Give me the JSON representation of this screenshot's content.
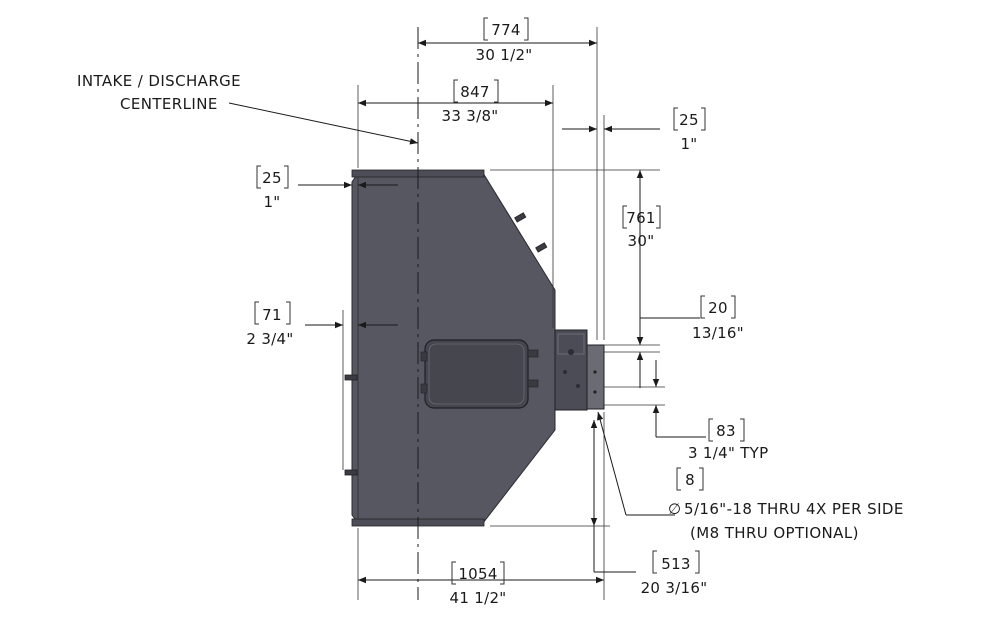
{
  "drawing": {
    "colors": {
      "body": "#575762",
      "flange": "#6b6b74",
      "line": "#1a1a1a",
      "background": "#ffffff"
    },
    "notes": {
      "centerline_line1": "INTAKE / DISCHARGE",
      "centerline_line2": "CENTERLINE",
      "hole_line1": "5/16\"-18 THRU 4X PER SIDE",
      "hole_line2": "(M8 THRU OPTIONAL)",
      "diameter_symbol": "∅"
    },
    "dimensions": {
      "d774": {
        "metric": "774",
        "imperial": "30 1/2\""
      },
      "d847": {
        "metric": "847",
        "imperial": "33 3/8\""
      },
      "d25_right": {
        "metric": "25",
        "imperial": "1\""
      },
      "d25_left": {
        "metric": "25",
        "imperial": "1\""
      },
      "d761": {
        "metric": "761",
        "imperial": "30\""
      },
      "d20": {
        "metric": "20",
        "imperial": "13/16\""
      },
      "d71": {
        "metric": "71",
        "imperial": "2 3/4\""
      },
      "d83": {
        "metric": "83",
        "imperial": "3 1/4\" TYP"
      },
      "d8": {
        "metric": "8"
      },
      "d1054": {
        "metric": "1054",
        "imperial": "41 1/2\""
      },
      "d513": {
        "metric": "513",
        "imperial": "20 3/16\""
      }
    }
  }
}
